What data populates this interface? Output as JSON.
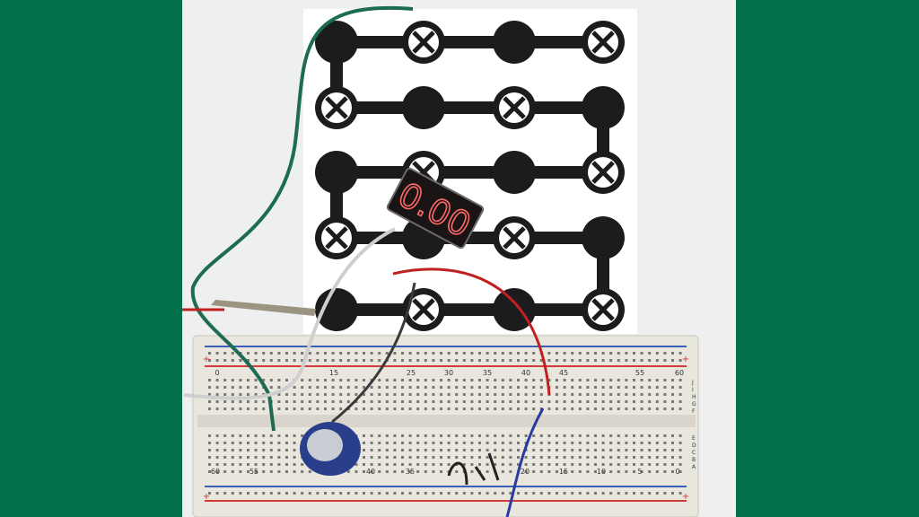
{
  "colors": {
    "frame": "#02704a",
    "photo_bg": "#eef0ef",
    "paper": "#ffffff",
    "ink": "#1c1c1e",
    "breadboard": "#e9e6de",
    "rail_red": "#d33a3a",
    "rail_blue": "#3a5fb8",
    "display_segment": "#ff6b6b"
  },
  "display": {
    "reading": "0.00"
  },
  "grid": {
    "rows": [
      [
        "filled",
        "cross",
        "filled",
        "cross"
      ],
      [
        "cross",
        "filled",
        "cross",
        "filled"
      ],
      [
        "filled",
        "cross",
        "filled",
        "cross"
      ],
      [
        "cross",
        "filled",
        "cross",
        "filled"
      ],
      [
        "filled",
        "cross",
        "filled",
        "cross"
      ]
    ]
  },
  "breadboard": {
    "top_numbers": [
      "0",
      "15",
      "25",
      "30",
      "35",
      "40",
      "45",
      "55",
      "60"
    ],
    "bottom_numbers": [
      "60",
      "55",
      "40",
      "35",
      "20",
      "15",
      "10",
      "5",
      "0"
    ],
    "row_letters_right_top": [
      "J",
      "I",
      "H",
      "G",
      "F"
    ],
    "row_letters_right_bottom": [
      "E",
      "D",
      "C",
      "B",
      "A"
    ],
    "rail_plus": "+",
    "rail_minus": "-"
  }
}
